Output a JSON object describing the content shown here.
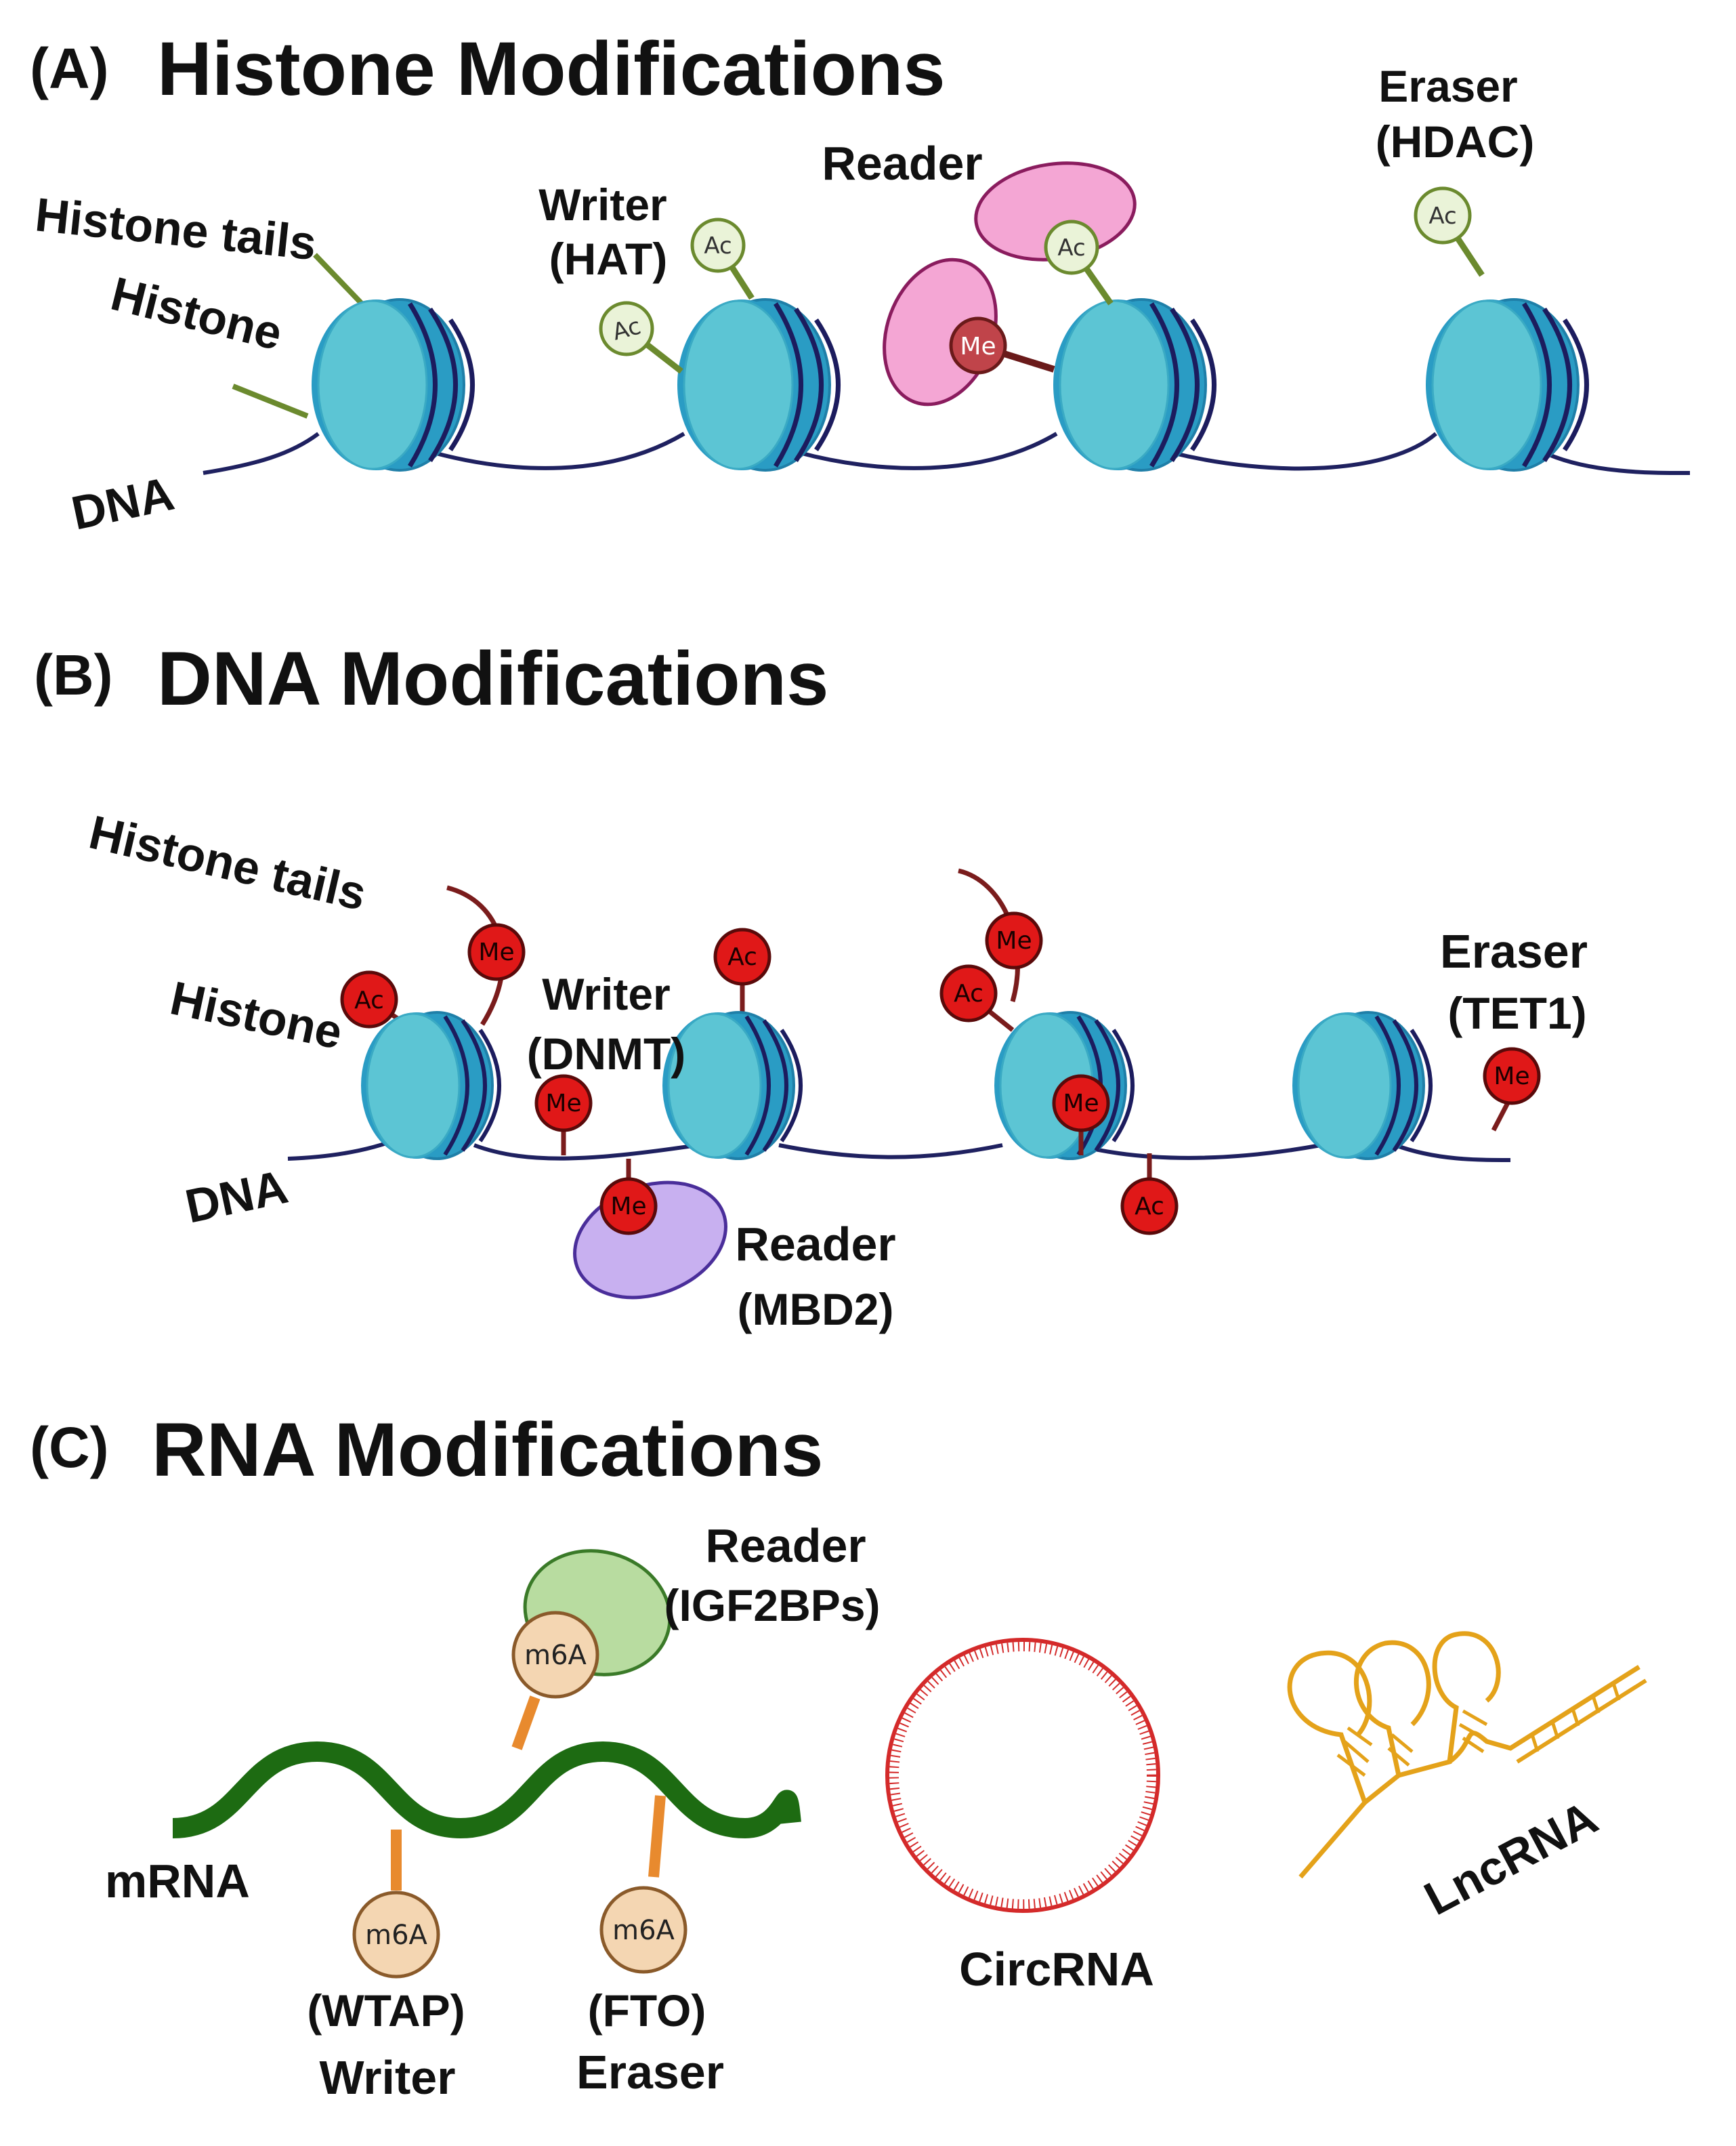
{
  "panels": {
    "a": {
      "prefix": "(A)",
      "title": "Histone Modifications",
      "labels": {
        "histone_tails": "Histone tails",
        "histone": "Histone",
        "dna": "DNA",
        "writer": "Writer",
        "writer_enzyme": "(HAT)",
        "reader": "Reader",
        "eraser": "Eraser",
        "eraser_enzyme": "(HDAC)"
      },
      "mark": "Ac",
      "me_mark": "Me"
    },
    "b": {
      "prefix": "(B)",
      "title": "DNA Modifications",
      "labels": {
        "histone_tails": "Histone tails",
        "histone": "Histone",
        "dna": "DNA",
        "writer": "Writer",
        "writer_enzyme": "(DNMT)",
        "reader": "Reader",
        "reader_enzyme": "(MBD2)",
        "eraser": "Eraser",
        "eraser_enzyme": "(TET1)"
      },
      "ac_mark": "Ac",
      "me_mark": "Me"
    },
    "c": {
      "prefix": "(C)",
      "title": "RNA Modifications",
      "labels": {
        "reader": "Reader",
        "reader_enzyme": "(IGF2BPs)",
        "mrna": "mRNA",
        "writer_enzyme": "(WTAP)",
        "writer": "Writer",
        "eraser_enzyme": "(FTO)",
        "eraser": "Eraser",
        "circrna": "CircRNA",
        "lncrna": "LncRNA"
      },
      "mark": "m6A"
    }
  },
  "colors": {
    "nucleosome": "#4ebfcf",
    "nucleosome_dark": "#2a9cc4",
    "dna": "#1f2160",
    "ac_green": "#eaf3d8",
    "tail_green": "#6b8a2e",
    "reader_pink": "#f4a6d4",
    "me_red": "#c0444a",
    "mark_red": "#e01818",
    "tail_maroon": "#7a1c1c",
    "mbd2_purple": "#c8b0f0",
    "mrna_green": "#1d6b12",
    "m6a_peach": "#f4d6b2",
    "linker_orange": "#e88a2e",
    "igf2bp_green": "#b8dca0",
    "circ_red": "#d42a2a",
    "lnc_gold": "#e4a21a"
  }
}
